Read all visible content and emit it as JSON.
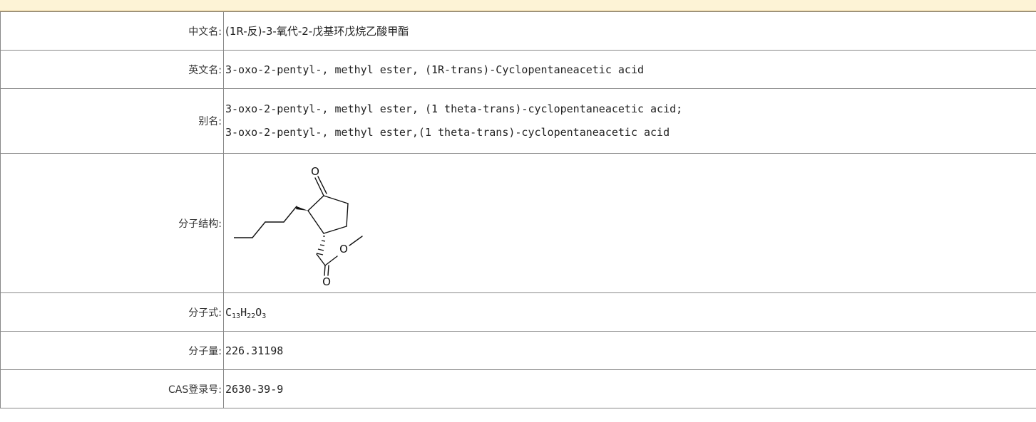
{
  "rows": {
    "chinese_name": {
      "label": "中文名:",
      "value": "(1R-反)-3-氧代-2-戊基环戊烷乙酸甲酯"
    },
    "english_name": {
      "label": "英文名:",
      "value": "3-oxo-2-pentyl-, methyl ester, (1R-trans)-Cyclopentaneacetic acid"
    },
    "alias": {
      "label": "别名:",
      "values": [
        "3-oxo-2-pentyl-, methyl ester, (1 theta-trans)-cyclopentaneacetic acid;",
        "3-oxo-2-pentyl-, methyl ester,(1 theta-trans)-cyclopentaneacetic acid"
      ]
    },
    "structure": {
      "label": "分子结构:",
      "atoms": [
        "O",
        "O",
        "O"
      ]
    },
    "formula": {
      "label": "分子式:",
      "parts": [
        {
          "text": "C",
          "sub": "13"
        },
        {
          "text": "H",
          "sub": "22"
        },
        {
          "text": "O",
          "sub": "3"
        }
      ]
    },
    "molecular_weight": {
      "label": "分子量:",
      "value": "226.31198"
    },
    "cas": {
      "label": "CAS登录号:",
      "value": "2630-39-9"
    }
  }
}
